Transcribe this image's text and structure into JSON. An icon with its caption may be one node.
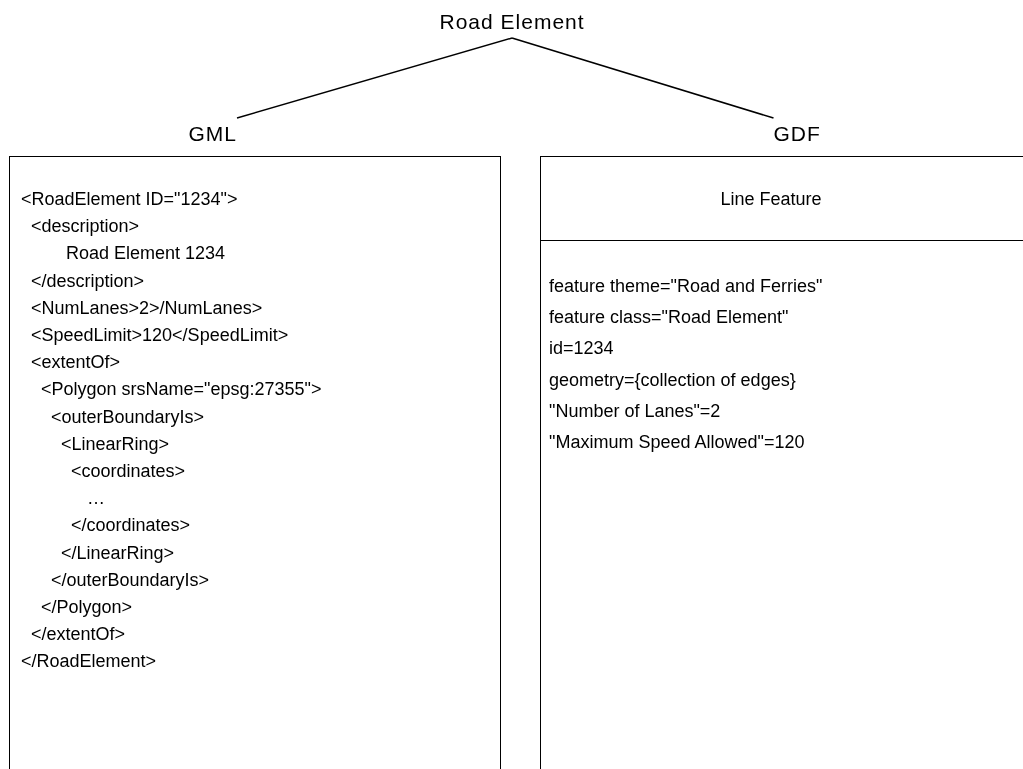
{
  "diagram": {
    "nodes": [
      {
        "text": [
          "Road Element"
        ]
      },
      {
        "text": [
          "GML"
        ]
      },
      {
        "text": [
          "GDF"
        ]
      },
      {
        "text": [
          "<RoadElement ID=\"1234\">",
          "<description>",
          "Road Element 1234",
          "</description>",
          "<NumLanes>2>/NumLanes>",
          "<SpeedLimit>120</SpeedLimit>",
          "<extentOf>",
          "<Polygon srsName=\"epsg:27355\">",
          "<outerBoundaryIs>",
          "<LinearRing>",
          "<coordinates>",
          "…",
          "</coordinates>",
          "</LinearRing>",
          "</outerBoundaryIs>",
          "</Polygon>",
          "</extentOf>",
          "</RoadElement>"
        ]
      },
      {
        "text": [
          "Line Feature",
          "feature theme=\"Road and Ferries\"",
          "feature class=\"Road Element\"",
          "id=1234",
          "geometry={collection of edges}",
          "\"Number of Lanes\"=2",
          "\"Maximum Speed Allowed\"=120"
        ]
      }
    ],
    "edges": [
      {
        "from": 0,
        "to": 1,
        "arrow": "none"
      },
      {
        "from": 0,
        "to": 2,
        "arrow": "none"
      }
    ]
  }
}
